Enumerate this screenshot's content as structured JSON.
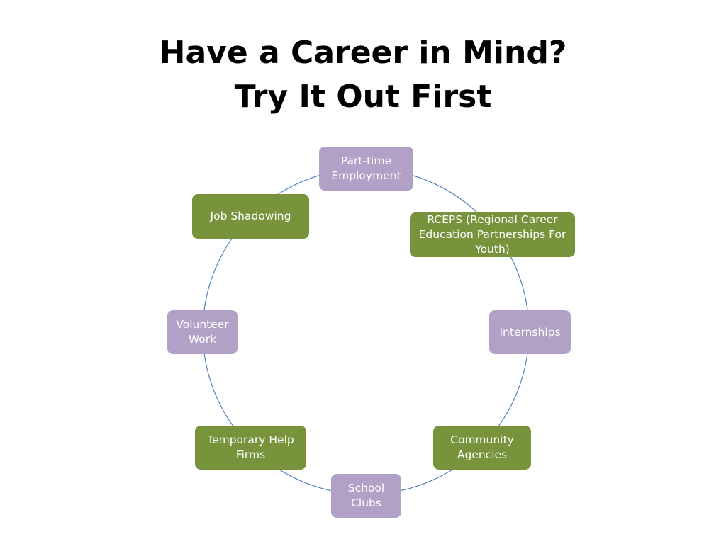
{
  "title": {
    "line1": "Have a Career in Mind?",
    "line2": "Try It Out First"
  },
  "colors": {
    "purple": "#b2a1c7",
    "green": "#77933c",
    "ring": "#4f81bd"
  },
  "cycle": {
    "nodes": [
      {
        "id": "part-time-employment",
        "label": "Part-time Employment",
        "color": "purple"
      },
      {
        "id": "rceps",
        "label": "RCEPS (Regional Career Education Partnerships For Youth)",
        "color": "green"
      },
      {
        "id": "internships",
        "label": "Internships",
        "color": "purple"
      },
      {
        "id": "community-agencies",
        "label": "Community Agencies",
        "color": "green"
      },
      {
        "id": "school-clubs",
        "label": "School Clubs",
        "color": "purple"
      },
      {
        "id": "temporary-help-firms",
        "label": "Temporary Help Firms",
        "color": "green"
      },
      {
        "id": "volunteer-work",
        "label": "Volunteer Work",
        "color": "purple"
      },
      {
        "id": "job-shadowing",
        "label": "Job Shadowing",
        "color": "green"
      }
    ]
  }
}
